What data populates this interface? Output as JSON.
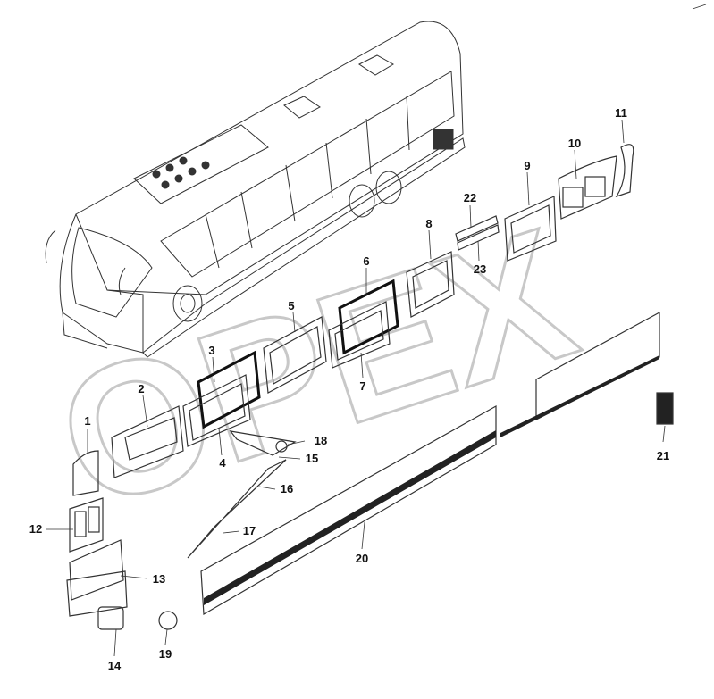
{
  "watermark": {
    "text": "OPEX"
  },
  "callouts": [
    {
      "id": "c1",
      "label": "1"
    },
    {
      "id": "c2",
      "label": "2"
    },
    {
      "id": "c3",
      "label": "3"
    },
    {
      "id": "c4",
      "label": "4"
    },
    {
      "id": "c5",
      "label": "5"
    },
    {
      "id": "c6",
      "label": "6"
    },
    {
      "id": "c7",
      "label": "7"
    },
    {
      "id": "c8",
      "label": "8"
    },
    {
      "id": "c9",
      "label": "9"
    },
    {
      "id": "c10",
      "label": "10"
    },
    {
      "id": "c11",
      "label": "11"
    },
    {
      "id": "c12",
      "label": "12"
    },
    {
      "id": "c13",
      "label": "13"
    },
    {
      "id": "c14",
      "label": "14"
    },
    {
      "id": "c15",
      "label": "15"
    },
    {
      "id": "c16",
      "label": "16"
    },
    {
      "id": "c17",
      "label": "17"
    },
    {
      "id": "c18",
      "label": "18"
    },
    {
      "id": "c19",
      "label": "19"
    },
    {
      "id": "c20",
      "label": "20"
    },
    {
      "id": "c21",
      "label": "21"
    },
    {
      "id": "c22",
      "label": "22"
    },
    {
      "id": "c23",
      "label": "23"
    }
  ],
  "colors": {
    "line": "#333333",
    "watermark": "#c8c8c8",
    "dark_panel": "#222222"
  }
}
